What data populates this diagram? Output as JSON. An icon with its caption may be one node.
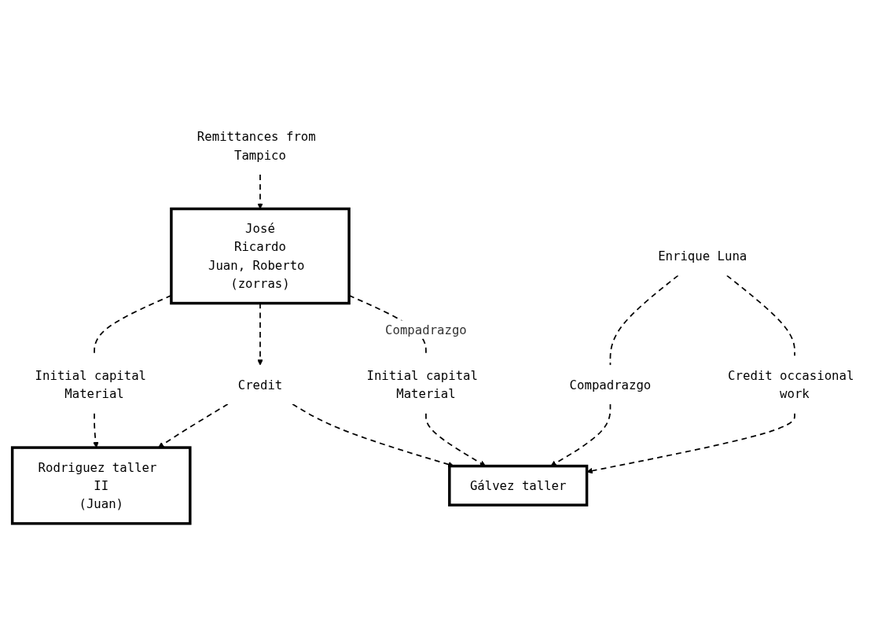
{
  "diagram": {
    "nodes": [
      {
        "text": [
          "José",
          "Ricardo",
          "Juan, Roberto (zorras)"
        ]
      },
      {
        "text": [
          "Remittances from Tampico"
        ]
      },
      {
        "text": [
          "Initial capital Material"
        ]
      },
      {
        "text": [
          "Credit"
        ]
      },
      {
        "text": [
          "Initial capital Material"
        ]
      },
      {
        "text": [
          "Rodriguez taller II",
          "(Juan)"
        ]
      },
      {
        "text": [
          "Gálvez taller"
        ]
      },
      {
        "text": [
          "Compadrazgo"
        ]
      },
      {
        "text": [
          "Credit occasional work"
        ]
      },
      {
        "text": [
          "Enrique Luna"
        ]
      }
    ],
    "edges": [
      {
        "from": 1,
        "to": 0,
        "arrow": "to",
        "style": "dashed"
      },
      {
        "from": 0,
        "to": 2,
        "arrow": "none",
        "style": "dashed"
      },
      {
        "from": 0,
        "to": 3,
        "arrow": "to",
        "style": "dashed"
      },
      {
        "from": 0,
        "to": 4,
        "arrow": "none",
        "style": "dashed",
        "label": "Compadrazgo"
      },
      {
        "from": 2,
        "to": 5,
        "arrow": "to",
        "style": "dashed"
      },
      {
        "from": 3,
        "to": 5,
        "arrow": "to",
        "style": "dashed"
      },
      {
        "from": 3,
        "to": 6,
        "arrow": "to",
        "style": "dashed"
      },
      {
        "from": 4,
        "to": 6,
        "arrow": "to",
        "style": "dashed"
      },
      {
        "from": 9,
        "to": 7,
        "arrow": "none",
        "style": "dashed"
      },
      {
        "from": 7,
        "to": 6,
        "arrow": "to",
        "style": "dashed"
      },
      {
        "from": 9,
        "to": 8,
        "arrow": "none",
        "style": "dashed"
      },
      {
        "from": 8,
        "to": 6,
        "arrow": "to",
        "style": "dashed"
      }
    ]
  }
}
